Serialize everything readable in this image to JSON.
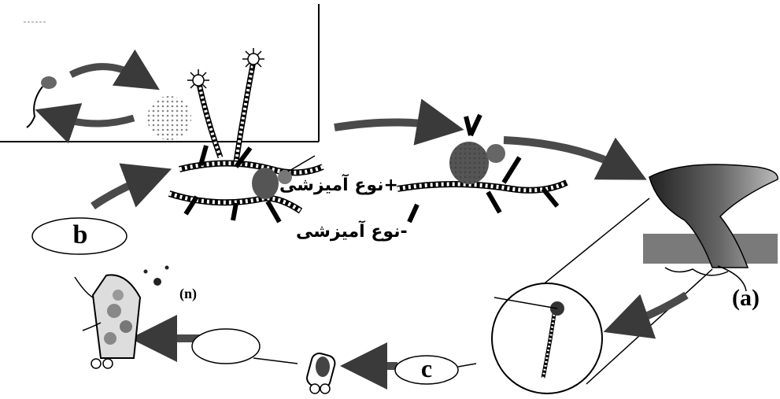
{
  "labels": {
    "b": "b",
    "c": "c",
    "a": "(a)",
    "n": "(n)",
    "mating_plus": "+نوع آمیزشی",
    "mating_minus": "-نوع آمیزشی"
  },
  "colors": {
    "line": "#000000",
    "arrow": "#4a4a4a",
    "spore_fill": "#5a5a5a",
    "soil": "#7a7a7a"
  }
}
